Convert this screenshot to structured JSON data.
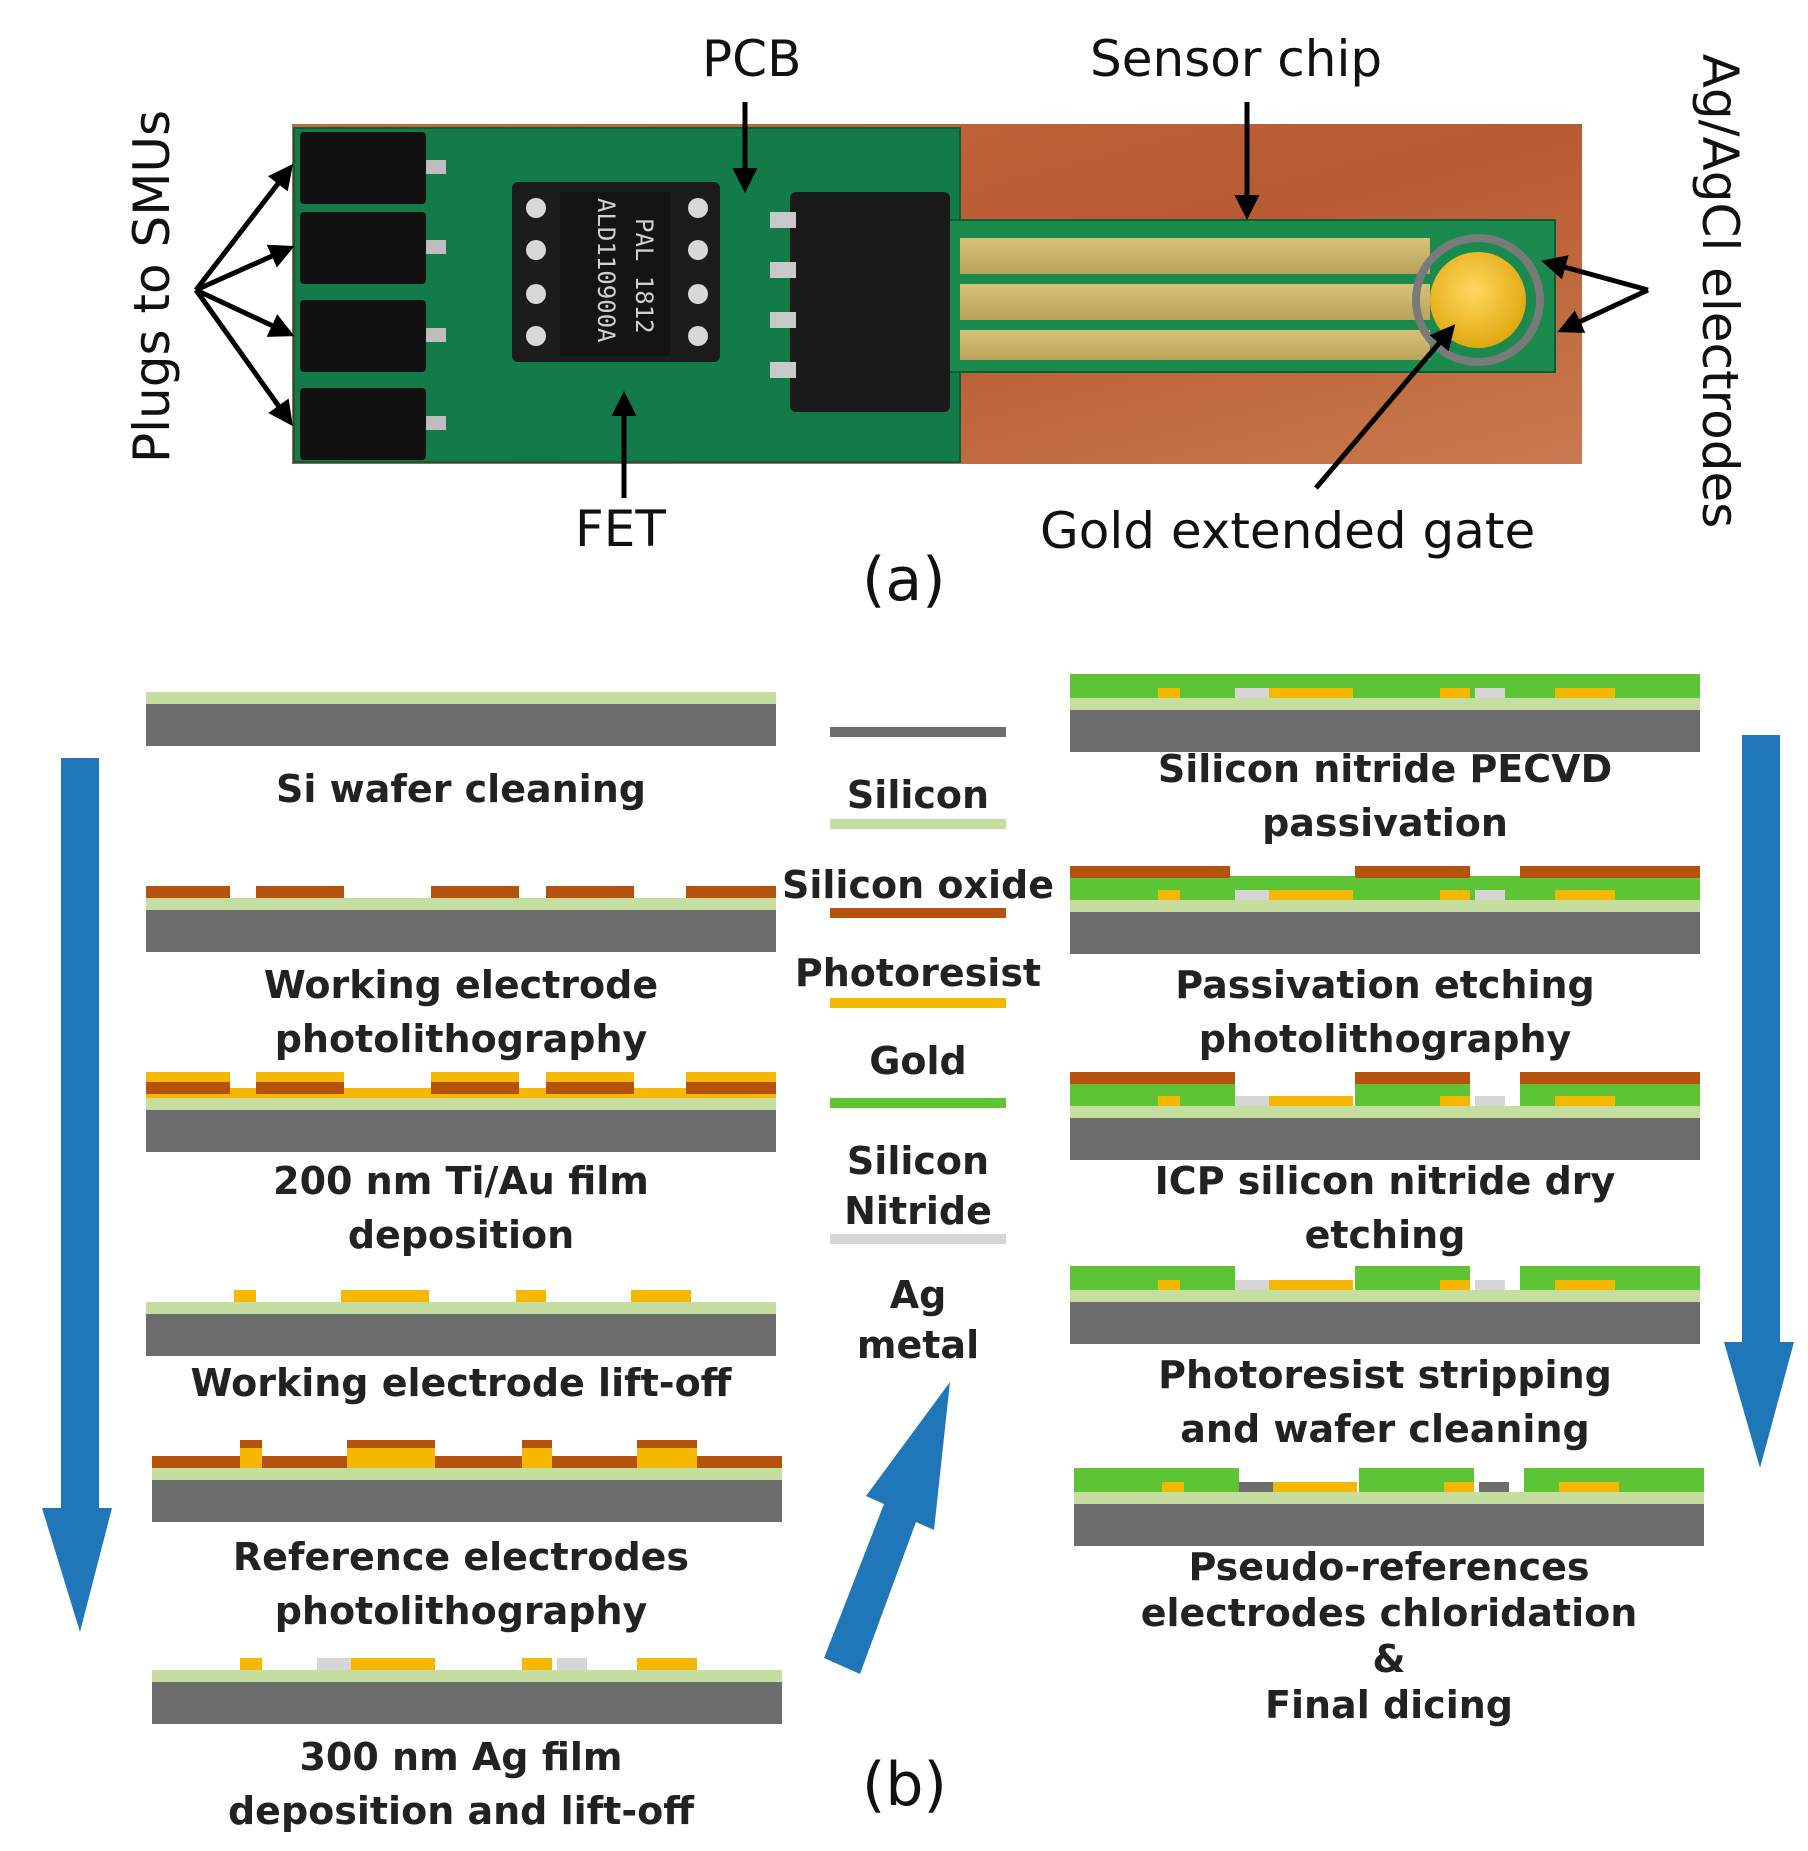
{
  "panel_a": {
    "caption": "(a)",
    "labels": {
      "pcb": "PCB",
      "sensor_chip": "Sensor chip",
      "plugs": "Plugs to SMUs",
      "fet": "FET",
      "gold_gate": "Gold extended gate",
      "agcl": "Ag/AgCl electrodes",
      "chip_marking_1": "ALD110900A",
      "chip_marking_2": "PAL 1812"
    }
  },
  "panel_b": {
    "caption": "(b)",
    "steps_left": [
      {
        "lines": [
          "Si wafer cleaning"
        ]
      },
      {
        "lines": [
          "Working electrode",
          "photolithography"
        ]
      },
      {
        "lines": [
          "200 nm Ti/Au film",
          "deposition"
        ]
      },
      {
        "lines": [
          "Working electrode lift-off"
        ]
      },
      {
        "lines": [
          "Reference electrodes",
          "photolithography"
        ]
      },
      {
        "lines": [
          "300 nm Ag film",
          "deposition and lift-off"
        ]
      }
    ],
    "steps_right": [
      {
        "lines": [
          "Silicon nitride PECVD",
          "passivation"
        ]
      },
      {
        "lines": [
          "Passivation etching",
          "photolithography"
        ]
      },
      {
        "lines": [
          "ICP silicon nitride dry",
          "etching"
        ]
      },
      {
        "lines": [
          "Photoresist stripping",
          "and wafer cleaning"
        ]
      },
      {
        "lines": [
          "Pseudo-references",
          "electrodes chloridation",
          "&",
          "Final dicing"
        ]
      }
    ],
    "legend": [
      {
        "lines": [
          "Silicon"
        ],
        "color": "#6d6d6d"
      },
      {
        "lines": [
          "Silicon oxide"
        ],
        "color": "#c5dea0"
      },
      {
        "lines": [
          "Photoresist"
        ],
        "color": "#b4520e"
      },
      {
        "lines": [
          "Gold"
        ],
        "color": "#f5b800"
      },
      {
        "lines": [
          "Silicon",
          "Nitride"
        ],
        "color": "#5cc435"
      },
      {
        "lines": [
          "Ag",
          "metal"
        ],
        "color": "#d6d6d6"
      }
    ],
    "colors": {
      "silicon": "#6d6d6d",
      "oxide": "#c5dea0",
      "photoresist": "#b4520e",
      "gold": "#f5b800",
      "nitride": "#5cc435",
      "ag": "#d6d6d6",
      "agcl": "#6d6d6d",
      "flow_arrow": "#1f76b8"
    }
  }
}
